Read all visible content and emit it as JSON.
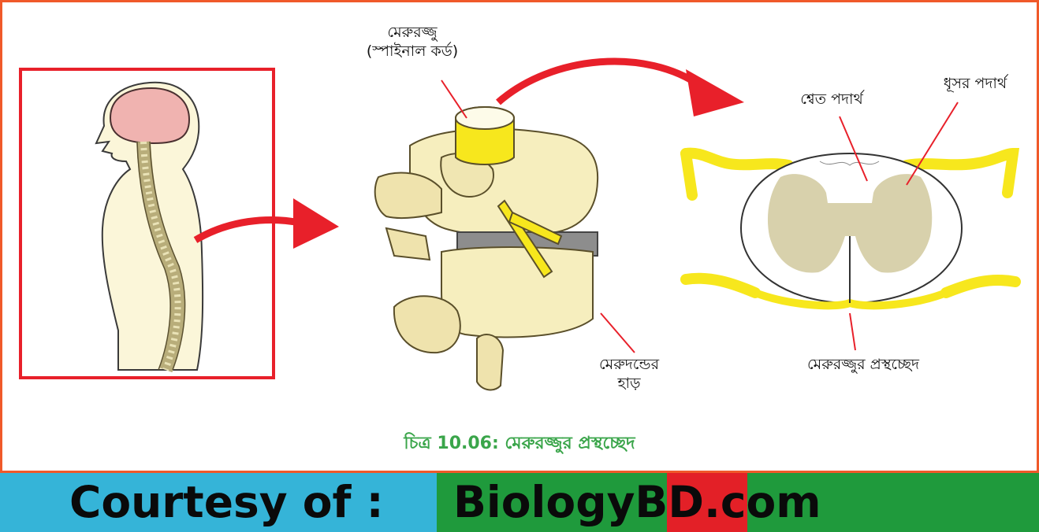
{
  "figure": {
    "labels": {
      "spinal_cord": "মেরুরজ্জু",
      "spinal_cord_en": "(স্পাইনাল কর্ড)",
      "vertebra_bone_1": "মেরুদন্ডের",
      "vertebra_bone_2": "হাড়",
      "white_matter": "শ্বেত পদার্থ",
      "grey_matter": "ধূসর পদার্থ",
      "cross_section": "মেরুরজ্জুর প্রস্থচ্ছেদ"
    },
    "caption": "চিত্র 10.06: মেরুরজ্জুর প্রস্থচ্ছেদ"
  },
  "footer": {
    "courtesy": "Courtesy of :",
    "brand_part1": "Biology",
    "brand_part2": "BD",
    "brand_part3": ".com"
  },
  "colors": {
    "frame": "#f0592a",
    "box": "#e8202a",
    "arrow": "#e8202a",
    "nerve": "#f7e71d",
    "grey_matter": "#d8d1ac",
    "caption": "#3aa54a",
    "footer_blue": "#35b4d8",
    "footer_green": "#1f9a3c",
    "footer_red": "#e32027"
  }
}
